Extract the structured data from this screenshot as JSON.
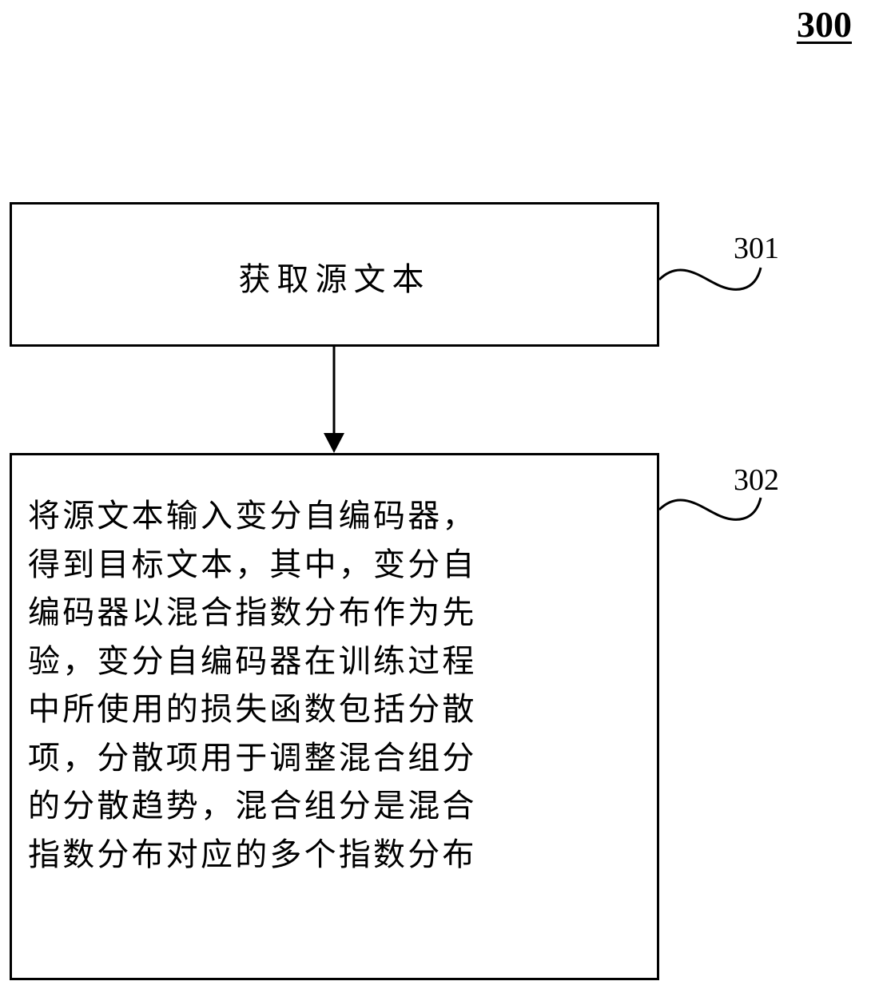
{
  "figure_number": "300",
  "steps": [
    {
      "ref": "301",
      "text": "获取源文本"
    },
    {
      "ref": "302",
      "lines": [
        "将源文本输入变分自编码器，",
        "得到目标文本，其中，变分自",
        "编码器以混合指数分布作为先",
        "验，变分自编码器在训练过程",
        "中所使用的损失函数包括分散",
        "项，分散项用于调整混合组分",
        "的分散趋势，混合组分是混合",
        "指数分布对应的多个指数分布"
      ]
    }
  ]
}
